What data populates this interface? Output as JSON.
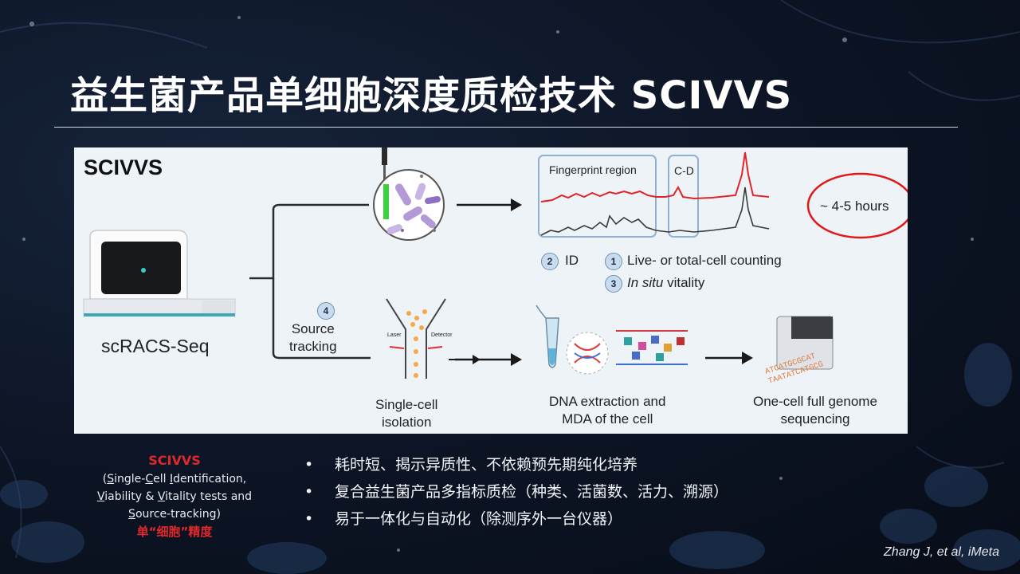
{
  "slide": {
    "title": "益生菌产品单细胞深度质检技术 SCIVVS"
  },
  "figure": {
    "title": "SCIVVS",
    "instrument_label": "scRACS-Seq",
    "spectrum_labels": {
      "fingerprint": "Fingerprint region",
      "cd": "C-D"
    },
    "duration": "~ 4-5 hours",
    "outputs": [
      {
        "number": "2",
        "label": "ID"
      },
      {
        "number": "1",
        "label": "Live- or total-cell counting"
      },
      {
        "number": "3",
        "label_italic": "In situ",
        "label_rest": " vitality"
      }
    ],
    "source": {
      "number": "4",
      "line1": "Source",
      "line2": "tracking"
    },
    "isolation": {
      "line1": "Single-cell",
      "line2": "isolation",
      "laser": "Laser",
      "detector": "Detector"
    },
    "dna": {
      "line1": "DNA extraction and",
      "line2": "MDA of the cell"
    },
    "sequencing": {
      "line1": "One-cell full genome",
      "line2": "sequencing"
    }
  },
  "definition": {
    "name": "SCIVVS",
    "line1": {
      "a": "(",
      "u1": "S",
      "b": "ingle-",
      "u2": "C",
      "c": "ell ",
      "u3": "I",
      "d": "dentification,"
    },
    "line2": {
      "u1": "V",
      "a": "iability & ",
      "u2": "V",
      "b": "itality tests and"
    },
    "line3": {
      "u1": "S",
      "a": "ource-tracking)"
    },
    "tagline": "单“细胞”精度"
  },
  "bullets": [
    "耗时短、揭示异质性、不依赖预先期纯化培养",
    "复合益生菌产品多指标质检（种类、活菌数、活力、溯源）",
    "易于一体化与自动化（除测序外一台仪器）"
  ],
  "citation": "Zhang J, et al, iMeta",
  "colors": {
    "accent_red": "#e0282a",
    "spectrum_red": "#e0252a",
    "panel_bg": "#eef3f8"
  }
}
